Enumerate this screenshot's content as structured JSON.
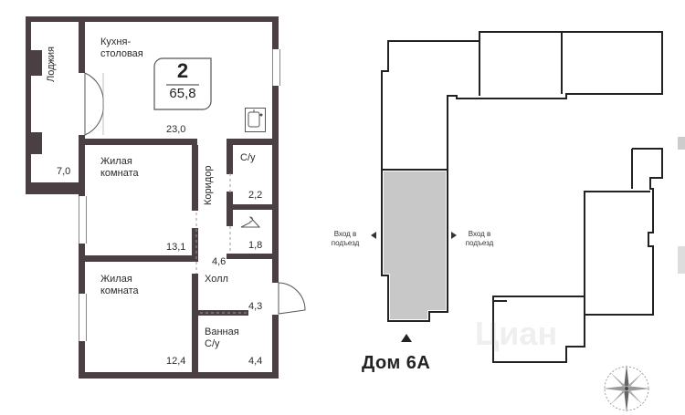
{
  "apartment": {
    "rooms_count": "2",
    "total_area": "65,8"
  },
  "rooms": {
    "loggia_label": "Лоджия",
    "loggia_area": "7,0",
    "kitchen_label": "Кухня-\nстоловая",
    "kitchen_area": "23,0",
    "living1_label": "Жилая\nкомната",
    "living1_area": "13,1",
    "corridor_label": "Коридор",
    "corridor_area": "4,6",
    "wc_label": "С/у",
    "wc_area": "2,2",
    "wardrobe_area": "1,8",
    "hall_label": "Холл",
    "hall_area": "4,3",
    "living2_label": "Жилая\nкомната",
    "living2_area": "12,4",
    "bath_label": "Ванная\nС/у",
    "bath_area": "4,4"
  },
  "site": {
    "entrance_left": "Вход в\nподъезд",
    "entrance_right": "Вход в\nподъезд",
    "building_title": "Дом 6А",
    "watermark": "Циан"
  },
  "icons": {
    "sink": "sink-icon",
    "hanger": "hanger-icon",
    "compass": "compass-rose-icon",
    "marker": "building-marker-triangle-icon"
  },
  "colors": {
    "wall": "#4a3f43",
    "highlight": "#c8c8c8"
  }
}
